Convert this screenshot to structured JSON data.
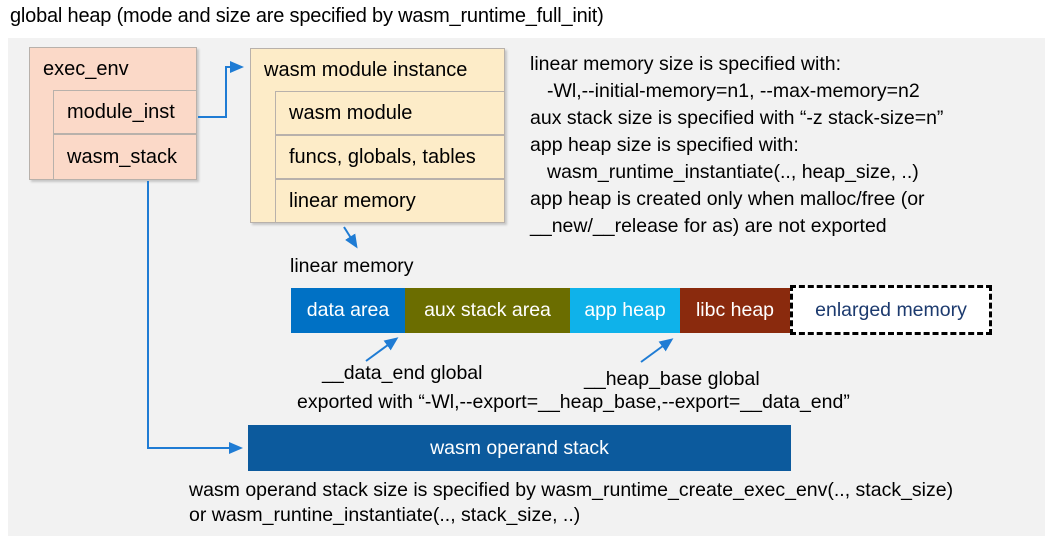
{
  "title": "global heap (mode and size are specified by wasm_runtime_full_init)",
  "exec_env": {
    "header": "exec_env",
    "module_inst": "module_inst",
    "wasm_stack": "wasm_stack"
  },
  "module_instance": {
    "header": "wasm module instance",
    "wasm_module": "wasm module",
    "funcs_globals_tables": "funcs, globals, tables",
    "linear_memory": "linear memory"
  },
  "notes_right": [
    "linear memory size is specified with:",
    "-Wl,--initial-memory=n1, --max-memory=n2",
    "aux stack size is specified with “-z stack-size=n”",
    "app heap size is specified with:",
    "wasm_runtime_instantiate(.., heap_size, ..)",
    "app heap is created only when malloc/free (or",
    "__new/__release for as) are not exported"
  ],
  "linear_memory_bar": {
    "label": "linear memory",
    "segments": [
      {
        "label": "data area",
        "color": "#0071c5"
      },
      {
        "label": "aux stack area",
        "color": "#6b6d00"
      },
      {
        "label": "app heap",
        "color": "#0fb2ea"
      },
      {
        "label": "libc heap",
        "color": "#8a2a0d"
      }
    ],
    "enlarged": {
      "label": "enlarged memory",
      "text_color": "#1c3a6e"
    }
  },
  "annotations": {
    "data_end": "__data_end global",
    "heap_base": "__heap_base global",
    "exported": "exported with “-Wl,--export=__heap_base,--export=__data_end”"
  },
  "operand_stack": {
    "label": "wasm operand stack",
    "color": "#0c5a9d"
  },
  "footer_lines": [
    "wasm operand stack size is specified by wasm_runtime_create_exec_env(.., stack_size)",
    "or wasm_runtine_instantiate(.., stack_size, ..)"
  ],
  "colors": {
    "panel_bg": "#f2f2f2",
    "exec_env_bg": "#fbd9c8",
    "module_instance_bg": "#fdecc8",
    "arrow_blue": "#1f7cd4"
  }
}
